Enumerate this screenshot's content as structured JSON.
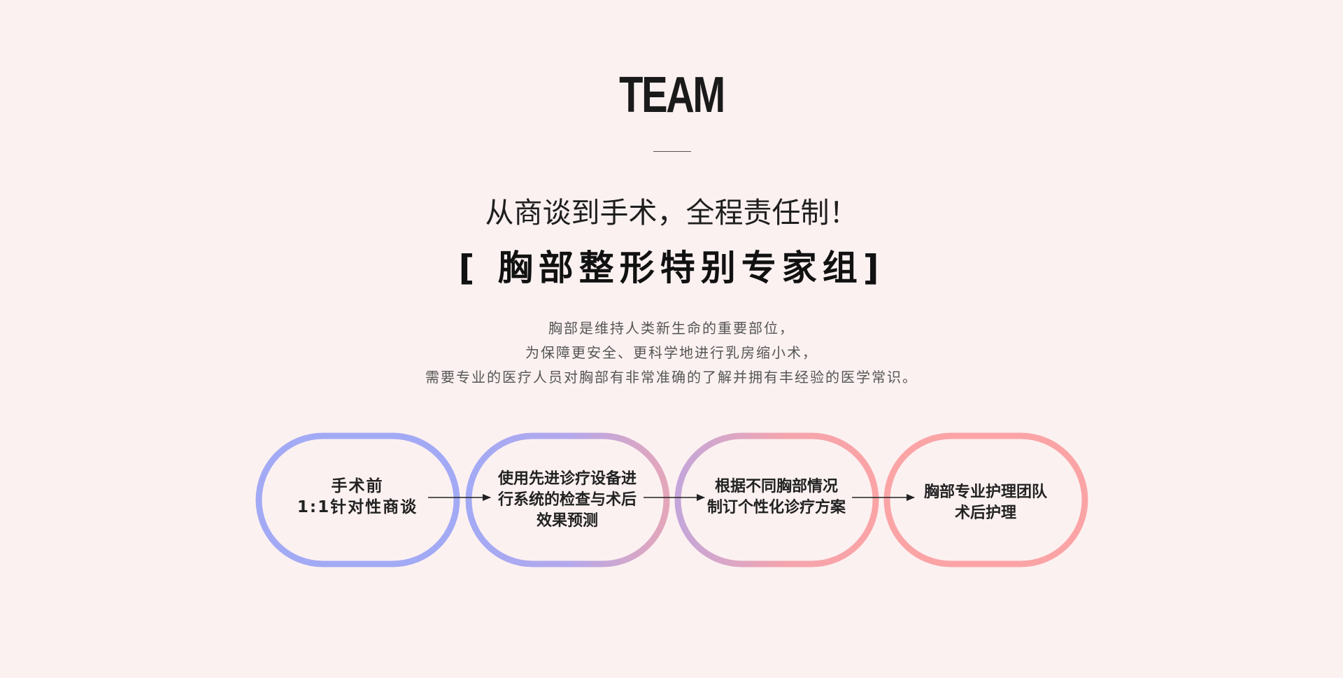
{
  "header": {
    "title": "TEAM",
    "slogan": "从商谈到手术，全程责任制！",
    "group_title": "[ 胸部整形特别专家组]"
  },
  "description": {
    "lines": [
      "胸部是维持人类新生命的重要部位，",
      "为保障更安全、更科学地进行乳房缩小术，",
      "需要专业的医疗人员对胸部有非常准确的了解并拥有丰经验的医学常识。"
    ]
  },
  "steps": [
    {
      "line1": "手术前",
      "line2": "1:1针对性商谈",
      "line3": ""
    },
    {
      "line1": "使用先进诊疗设备进",
      "line2": "行系统的检查与术后",
      "line3": "效果预测"
    },
    {
      "line1": "根据不同胸部情况",
      "line2": "制订个性化诊疗方案",
      "line3": ""
    },
    {
      "line1": "胸部专业护理团队",
      "line2": "术后护理",
      "line3": ""
    }
  ],
  "colors": {
    "background": "#fcf1f1",
    "blue": "#a3aaf5",
    "pink": "#fba4a6"
  }
}
